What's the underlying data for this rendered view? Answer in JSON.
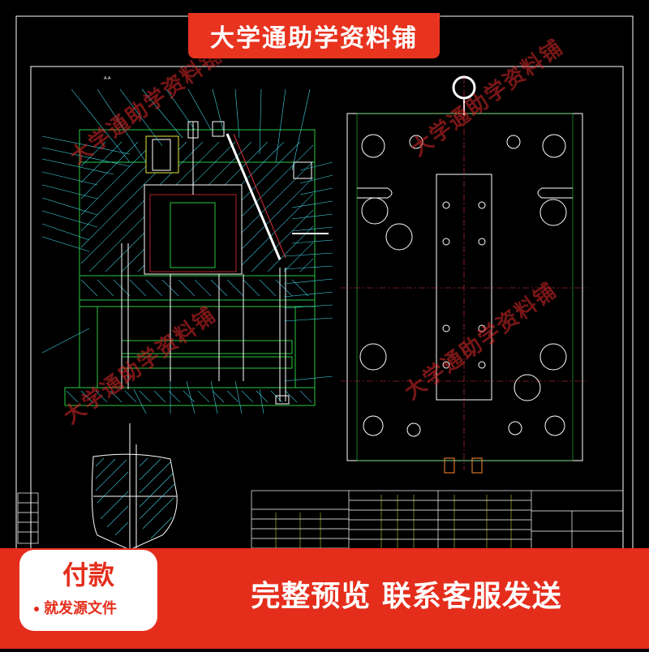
{
  "header": {
    "badge_text": "大学通助学资料铺"
  },
  "watermarks": [
    "大学通助学资料铺",
    "大学通助学资料铺",
    "大学通助学资料铺",
    "大学通助学资料铺"
  ],
  "footer": {
    "pay_title": "付款",
    "pay_subtitle": "就发源文件",
    "main_text": "完整预览  联系客服发送"
  },
  "drawing": {
    "section_label_top": "A-A",
    "colors": {
      "line": "#ffffff",
      "green": "#27c93f",
      "cyan": "#3fd8e8",
      "yellow": "#e8e83f",
      "red": "#e0303a",
      "orange": "#ff8a30",
      "hatch": "#3fd8e8"
    }
  }
}
